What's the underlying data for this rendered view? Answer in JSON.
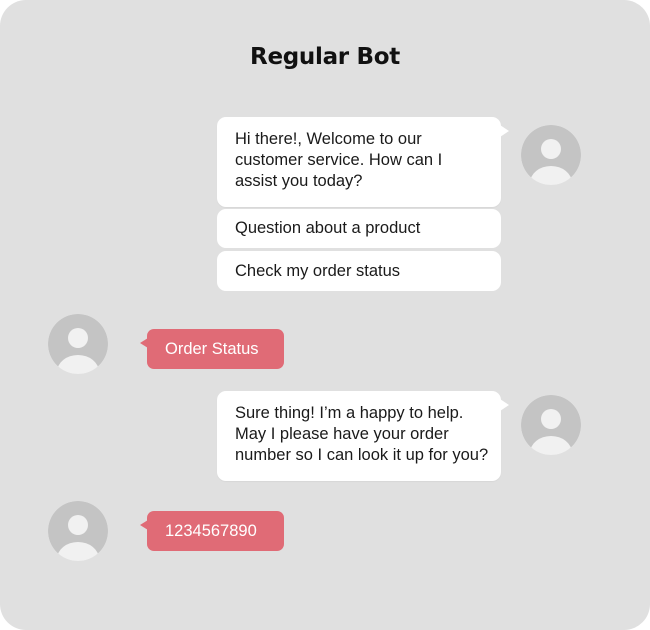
{
  "header": {
    "title": "Regular Bot"
  },
  "messages": {
    "bot_greeting": {
      "lines": [
        "Hi there!, Welcome to our",
        "customer service. How can I",
        "assist you today?"
      ]
    },
    "options": [
      {
        "label": "Question about a product"
      },
      {
        "label": "Check my order status"
      }
    ],
    "user_reply_1": {
      "text": "Order Status"
    },
    "bot_followup": {
      "lines": [
        "Sure thing! I’m a happy to help.",
        "May I please have your order",
        "number so I can look it up for you?"
      ]
    },
    "user_reply_2": {
      "text": "1234567890"
    }
  },
  "avatars": {
    "bot_icon": "user-avatar-icon",
    "user_icon": "user-avatar-icon"
  },
  "colors": {
    "background": "#e0e0e0",
    "bot_bubble": "#ffffff",
    "user_bubble": "#e06b76",
    "avatar_bg": "#c4c4c4",
    "avatar_fg": "#f1f1f1"
  }
}
